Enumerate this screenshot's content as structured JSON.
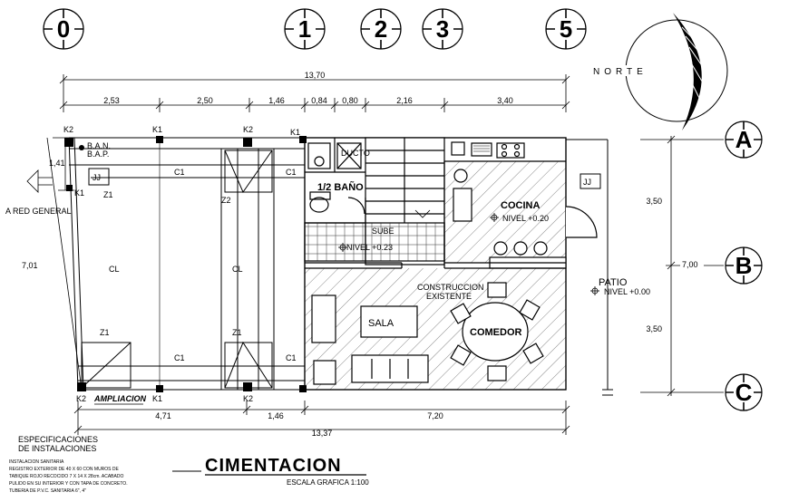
{
  "axes_top": [
    "0",
    "1",
    "2",
    "3",
    "5"
  ],
  "axes_right": [
    "A",
    "B",
    "C"
  ],
  "north_label": "NORTE",
  "dims": {
    "overall_top": "13,70",
    "top_segments": [
      "2,53",
      "2,50",
      "1,46",
      "0,84",
      "0,80",
      "2,16",
      "3,40"
    ],
    "bottom_segments": [
      "4,71",
      "1,46",
      "7,20"
    ],
    "overall_bottom": "13,37",
    "right_segments": [
      "3,50",
      "3,50"
    ],
    "right_total": "7,00",
    "left_small": "1,41",
    "left_total": "7,01"
  },
  "labels": {
    "k2": "K2",
    "k1": "K1",
    "z1": "Z1",
    "z2": "Z2",
    "c1": "C1",
    "cl": "CL",
    "ban": "B.A.N.",
    "bap": "B.A.P.",
    "red_general": "A RED GENERAL",
    "ampliacion": "AMPLIACION",
    "sube": "SUBE",
    "nivel_stair": "NIVEL +0.23",
    "nivel_cocina": "NIVEL +0.20",
    "nivel_patio": "NIVEL +0.00",
    "ducto": "DUCTO",
    "construccion": "CONSTRUCCION",
    "existente": "EXISTENTE",
    "meter": "JJ"
  },
  "rooms": {
    "bano": "1/2 BAÑO",
    "cocina": "COCINA",
    "sala": "SALA",
    "comedor": "COMEDOR",
    "patio": "PATIO"
  },
  "specs": {
    "heading_1": "ESPECIFICACIONES",
    "heading_2": "DE INSTALACIONES",
    "lines": [
      "INSTALACION SANITARIA",
      "REGISTRO EXTERIOR DE 40 X 60 CON MUROS DE",
      "TABIQUE ROJO RECOCIDO 7 X 14 X 28cm. ACABADO",
      "PULIDO EN SU INTERIOR Y CON TAPA DE CONCRETO.",
      "TUBERIA DE P.V.C. SANITARIA 6\", 4\""
    ]
  },
  "title": "CIMENTACION",
  "scale": "ESCALA GRAFICA 1:100",
  "colors": {
    "ink": "#000000",
    "paper": "#ffffff",
    "hatch": "#555555"
  }
}
